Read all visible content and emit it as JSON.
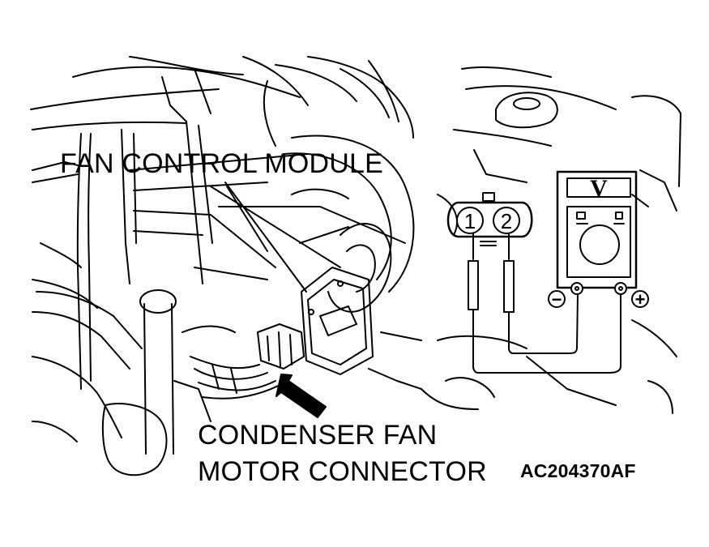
{
  "labels": {
    "fan_control_module": "FAN CONTROL MODULE",
    "condenser_line1": "CONDENSER FAN",
    "condenser_line2": "MOTOR CONNECTOR",
    "figure_code": "AC204370AF"
  },
  "connector": {
    "pin1": "1",
    "pin2": "2"
  },
  "voltmeter": {
    "display": "V",
    "negative": "−",
    "positive": "+"
  },
  "colors": {
    "line": "#000000",
    "background": "#ffffff"
  }
}
